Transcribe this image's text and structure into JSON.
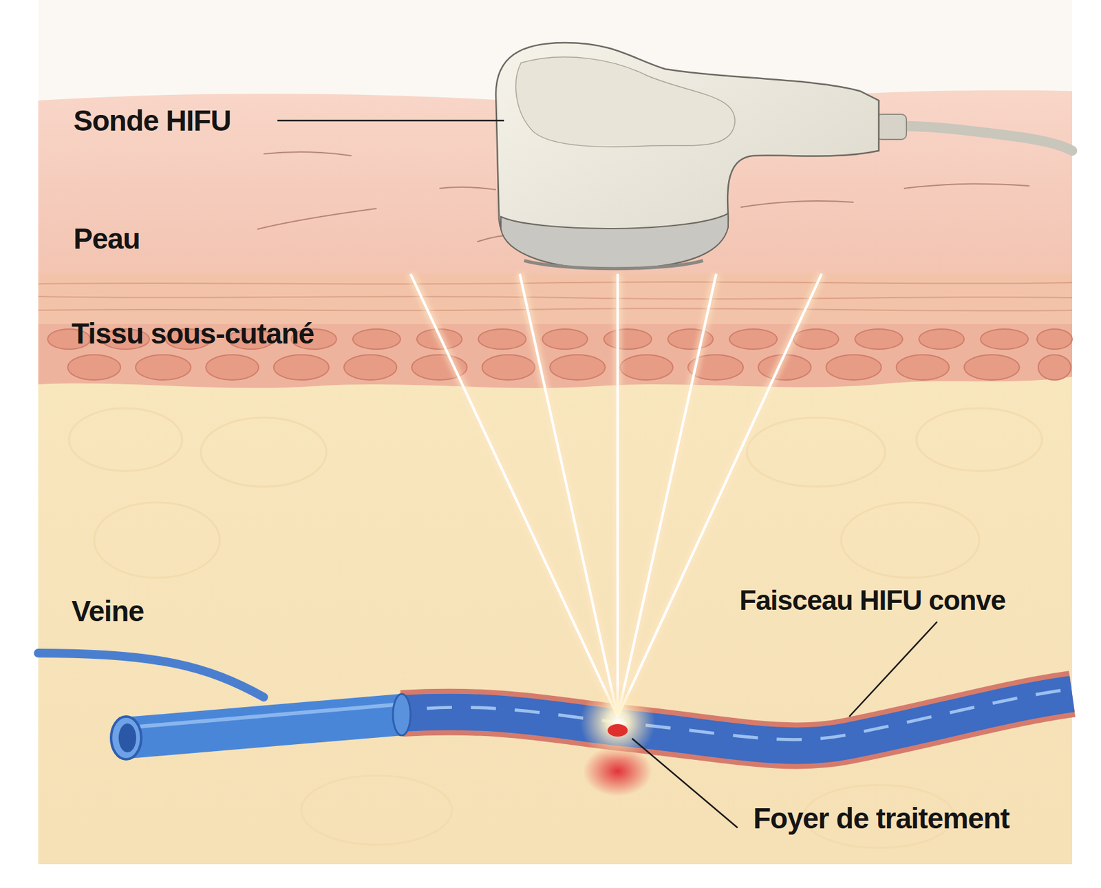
{
  "diagram": {
    "labels": [
      "Sonde HIFU",
      "Peau",
      "Tissu sous-cutané",
      "Veine",
      "Faisceau HIFU conve",
      "Foyer de traitement"
    ]
  }
}
